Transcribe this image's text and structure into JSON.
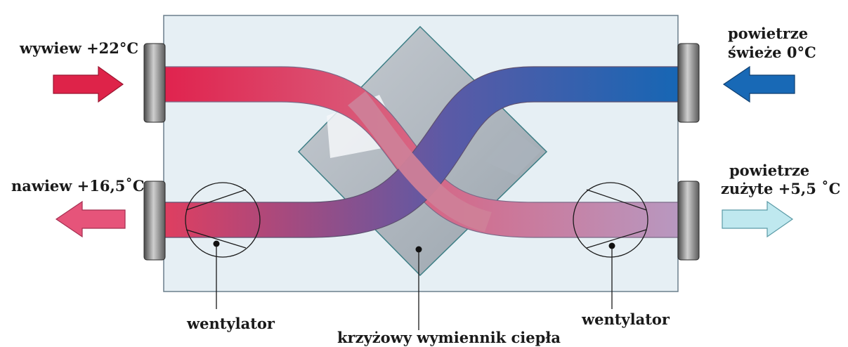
{
  "labels": {
    "exhaust_in": "wywiew +22°C",
    "fresh_in_line1": "powietrze",
    "fresh_in_line2": "świeże 0°C",
    "supply_out": "nawiew +16,5˚C",
    "used_out_line1": "powietrze",
    "used_out_line2": "zużyte +5,5 ˚C",
    "fan_left": "wentylator",
    "fan_right": "wentylator",
    "exchanger": "krzyżowy wymiennik ciepła"
  },
  "colors": {
    "warm": "#e0234e",
    "warm_light": "#e8506e",
    "cool": "#1766b4",
    "cool_light": "#8fd3e8",
    "mixed": "#c07a9a",
    "exchanger": "#b4bcc4",
    "housing": "#e6eff4"
  }
}
